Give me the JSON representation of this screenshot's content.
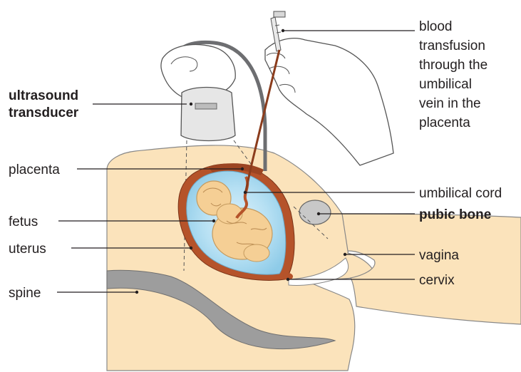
{
  "diagram": {
    "labels_left": {
      "ultrasound_line1": "ultrasound",
      "ultrasound_line2": "transducer",
      "placenta": "placenta",
      "fetus": "fetus",
      "uterus": "uterus",
      "spine": "spine"
    },
    "labels_right": {
      "transfusion_lines": [
        "blood",
        "transfusion",
        "through the",
        "umbilical",
        "vein in the",
        "placenta"
      ],
      "umbilical_cord": "umbilical cord",
      "pubic_bone": "pubic bone",
      "vagina": "vagina",
      "cervix": "cervix"
    },
    "colors": {
      "body_skin": "#fbe3bb",
      "uterus_wall": "#b5532a",
      "amniotic_fluid": "#9fd3ec",
      "fetus": "#f5cf95",
      "spine": "#9d9d9d",
      "bone": "#c8c8c8",
      "transducer": "#e6e6e6",
      "glove": "#ffffff",
      "outline": "#555555"
    }
  }
}
